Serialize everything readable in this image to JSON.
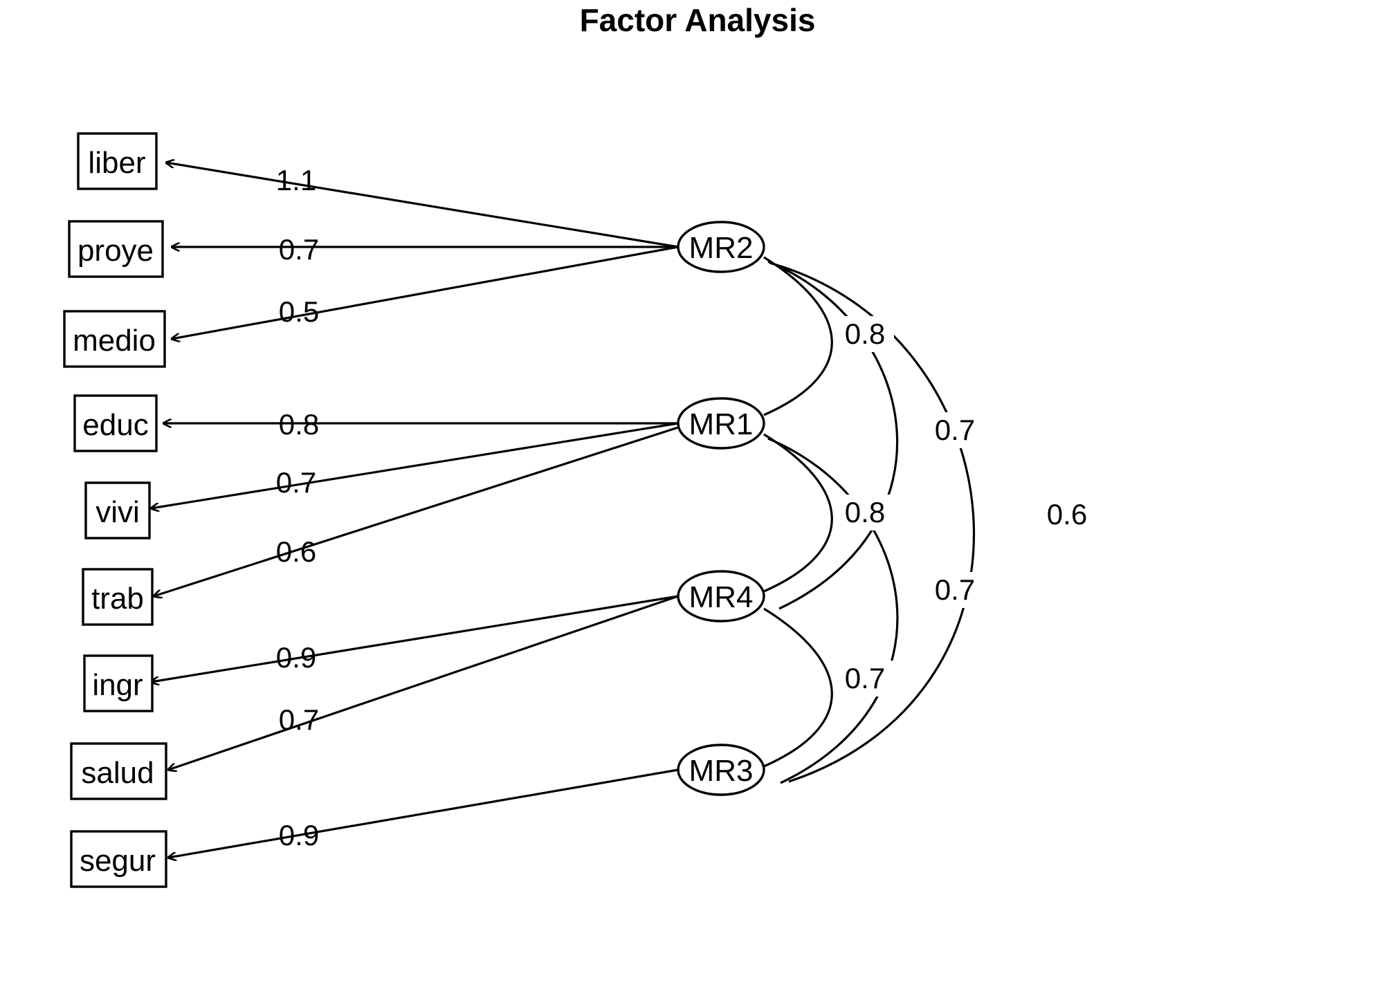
{
  "title": "Factor Analysis",
  "chart_data": {
    "type": "diagram",
    "diagram_kind": "factor-analysis-path-diagram",
    "title": "Factor Analysis",
    "observed_variables": [
      {
        "id": "liber",
        "label": "liber"
      },
      {
        "id": "proye",
        "label": "proye"
      },
      {
        "id": "medio",
        "label": "medio"
      },
      {
        "id": "educ",
        "label": "educ"
      },
      {
        "id": "vivi",
        "label": "vivi"
      },
      {
        "id": "trab",
        "label": "trab"
      },
      {
        "id": "ingr",
        "label": "ingr"
      },
      {
        "id": "salud",
        "label": "salud"
      },
      {
        "id": "segur",
        "label": "segur"
      }
    ],
    "factors": [
      {
        "id": "MR2",
        "label": "MR2"
      },
      {
        "id": "MR1",
        "label": "MR1"
      },
      {
        "id": "MR4",
        "label": "MR4"
      },
      {
        "id": "MR3",
        "label": "MR3"
      }
    ],
    "loadings": [
      {
        "factor": "MR2",
        "variable": "liber",
        "value": "1.1"
      },
      {
        "factor": "MR2",
        "variable": "proye",
        "value": "0.7"
      },
      {
        "factor": "MR2",
        "variable": "medio",
        "value": "0.5"
      },
      {
        "factor": "MR1",
        "variable": "educ",
        "value": "0.8"
      },
      {
        "factor": "MR1",
        "variable": "vivi",
        "value": "0.7"
      },
      {
        "factor": "MR1",
        "variable": "trab",
        "value": "0.6"
      },
      {
        "factor": "MR4",
        "variable": "ingr",
        "value": "0.9"
      },
      {
        "factor": "MR4",
        "variable": "salud",
        "value": "0.7"
      },
      {
        "factor": "MR3",
        "variable": "segur",
        "value": "0.9"
      }
    ],
    "factor_correlations": [
      {
        "from": "MR2",
        "to": "MR1",
        "value": "0.8"
      },
      {
        "from": "MR2",
        "to": "MR4",
        "value": "0.7"
      },
      {
        "from": "MR2",
        "to": "MR3",
        "value": "0.6"
      },
      {
        "from": "MR1",
        "to": "MR4",
        "value": "0.8"
      },
      {
        "from": "MR1",
        "to": "MR3",
        "value": "0.7"
      },
      {
        "from": "MR4",
        "to": "MR3",
        "value": "0.7"
      }
    ]
  },
  "nodes": {
    "liber": "liber",
    "proye": "proye",
    "medio": "medio",
    "educ": "educ",
    "vivi": "vivi",
    "trab": "trab",
    "ingr": "ingr",
    "salud": "salud",
    "segur": "segur",
    "MR2": "MR2",
    "MR1": "MR1",
    "MR4": "MR4",
    "MR3": "MR3"
  },
  "loading_labels": {
    "liber": "1.1",
    "proye": "0.7",
    "medio": "0.5",
    "educ": "0.8",
    "vivi": "0.7",
    "trab": "0.6",
    "ingr": "0.9",
    "salud": "0.7",
    "segur": "0.9"
  },
  "correlation_labels": {
    "mr2_mr1": "0.8",
    "mr2_mr4": "0.7",
    "mr2_mr3": "0.6",
    "mr1_mr4": "0.8",
    "mr1_mr3": "0.7",
    "mr4_mr3": "0.7"
  },
  "colors": {
    "stroke": "#000000",
    "fill": "#ffffff",
    "background": "#ffffff"
  }
}
